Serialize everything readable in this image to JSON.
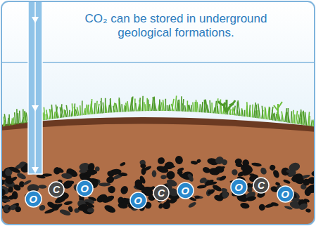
{
  "diagram": {
    "title": "CO₂ can be stored in underground geological formations.",
    "nodes": [
      {
        "text": [
          "O"
        ]
      },
      {
        "text": [
          "C"
        ]
      },
      {
        "text": [
          "O"
        ]
      },
      {
        "text": [
          "O"
        ]
      },
      {
        "text": [
          "C"
        ]
      },
      {
        "text": [
          "O"
        ]
      },
      {
        "text": [
          "O"
        ]
      },
      {
        "text": [
          "C"
        ]
      },
      {
        "text": [
          "O"
        ]
      }
    ]
  }
}
